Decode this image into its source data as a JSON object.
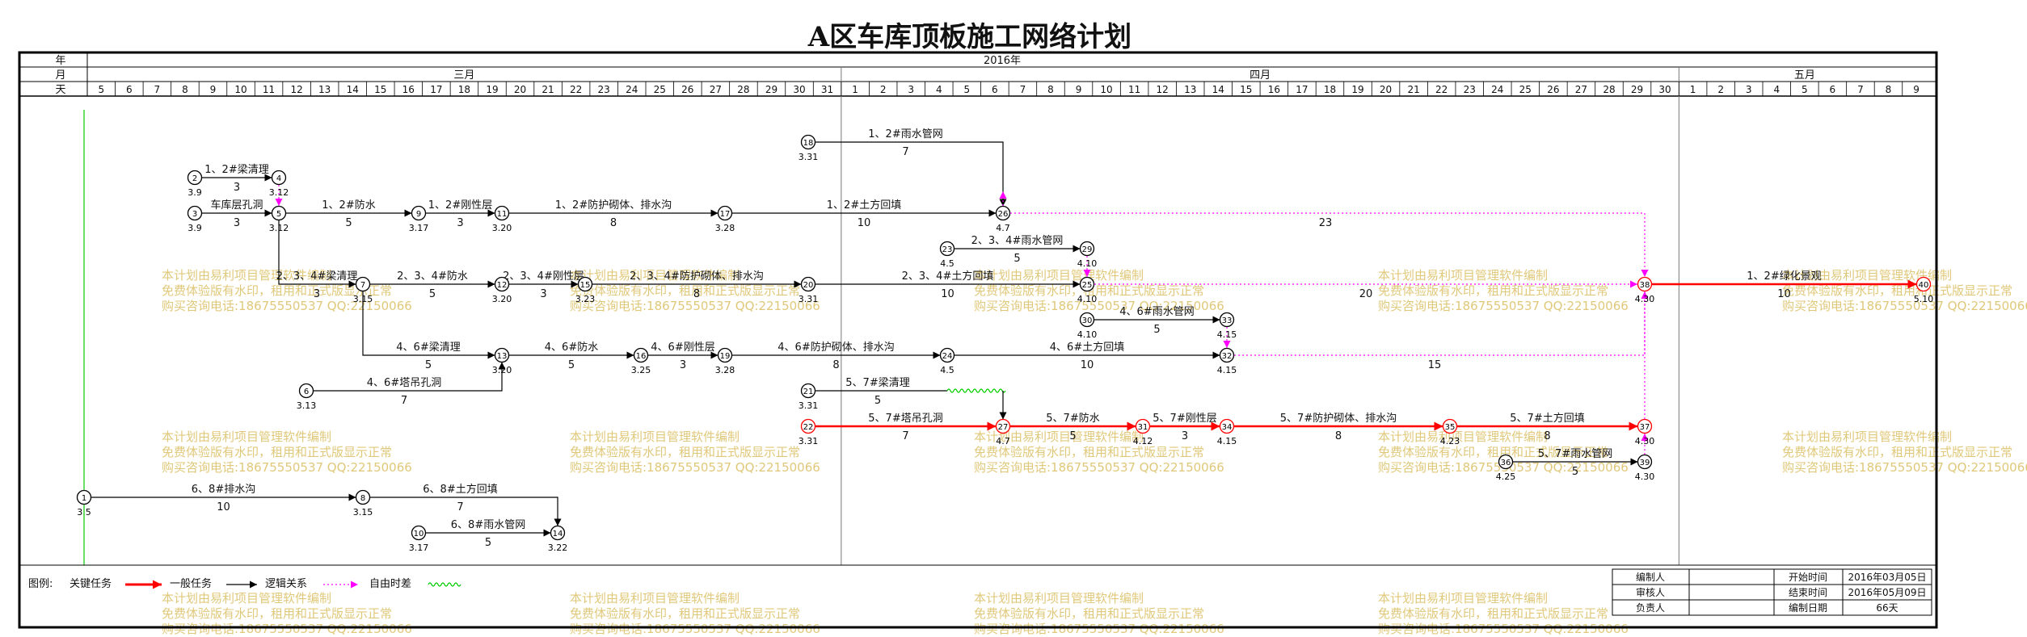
{
  "title": "A区车库顶板施工网络计划",
  "header": {
    "row_labels": [
      "年",
      "月",
      "天"
    ],
    "year": "2016年",
    "months": [
      {
        "label": "三月",
        "days": [
          "5",
          "6",
          "7",
          "8",
          "9",
          "10",
          "11",
          "12",
          "13",
          "14",
          "15",
          "16",
          "17",
          "18",
          "19",
          "20",
          "21",
          "22",
          "23",
          "24",
          "25",
          "26",
          "27",
          "28",
          "29",
          "30",
          "31"
        ]
      },
      {
        "label": "四月",
        "days": [
          "1",
          "2",
          "3",
          "4",
          "5",
          "6",
          "7",
          "8",
          "9",
          "10",
          "11",
          "12",
          "13",
          "14",
          "15",
          "16",
          "17",
          "18",
          "19",
          "20",
          "21",
          "22",
          "23",
          "24",
          "25",
          "26",
          "27",
          "28",
          "29",
          "30"
        ]
      },
      {
        "label": "五月",
        "days": [
          "1",
          "2",
          "3",
          "4",
          "5",
          "6",
          "7",
          "8",
          "9"
        ]
      }
    ]
  },
  "nodes": [
    {
      "id": "1",
      "date": "3.5"
    },
    {
      "id": "2",
      "date": "3.9"
    },
    {
      "id": "3",
      "date": "3.9"
    },
    {
      "id": "4",
      "date": "3.12"
    },
    {
      "id": "5",
      "date": "3.12"
    },
    {
      "id": "6",
      "date": "3.13"
    },
    {
      "id": "7",
      "date": "3.15"
    },
    {
      "id": "8",
      "date": "3.15"
    },
    {
      "id": "9",
      "date": "3.17"
    },
    {
      "id": "10",
      "date": "3.17"
    },
    {
      "id": "11",
      "date": "3.20"
    },
    {
      "id": "12",
      "date": "3.20"
    },
    {
      "id": "13",
      "date": "3.20"
    },
    {
      "id": "14",
      "date": "3.22"
    },
    {
      "id": "15",
      "date": "3.23"
    },
    {
      "id": "16",
      "date": "3.25"
    },
    {
      "id": "17",
      "date": "3.28"
    },
    {
      "id": "19",
      "date": "3.28"
    },
    {
      "id": "18",
      "date": "3.31"
    },
    {
      "id": "20",
      "date": "3.31"
    },
    {
      "id": "21",
      "date": "3.31"
    },
    {
      "id": "22",
      "date": "3.31"
    },
    {
      "id": "23",
      "date": "4.5"
    },
    {
      "id": "24",
      "date": "4.5"
    },
    {
      "id": "25",
      "date": "4.10"
    },
    {
      "id": "26",
      "date": "4.7"
    },
    {
      "id": "27",
      "date": "4.7"
    },
    {
      "id": "29",
      "date": "4.10"
    },
    {
      "id": "30",
      "date": "4.10"
    },
    {
      "id": "31",
      "date": "4.12"
    },
    {
      "id": "32",
      "date": "4.15"
    },
    {
      "id": "33",
      "date": "4.15"
    },
    {
      "id": "34",
      "date": "4.15"
    },
    {
      "id": "35",
      "date": "4.23"
    },
    {
      "id": "36",
      "date": "4.25"
    },
    {
      "id": "37",
      "date": "4.30"
    },
    {
      "id": "38",
      "date": "4.30"
    },
    {
      "id": "39",
      "date": "4.30"
    },
    {
      "id": "40",
      "date": "5.10"
    }
  ],
  "tasks": [
    {
      "name": "1、2#梁清理",
      "duration": "3"
    },
    {
      "name": "车库层孔洞",
      "duration": "3"
    },
    {
      "name": "1、2#防水",
      "duration": "5"
    },
    {
      "name": "1、2#刚性层",
      "duration": "3"
    },
    {
      "name": "1、2#防护砌体、排水沟",
      "duration": "8"
    },
    {
      "name": "1、2#土方回填",
      "duration": "10"
    },
    {
      "name": "1、2#雨水管网",
      "duration": "7"
    },
    {
      "name": "2、3、4#梁清理",
      "duration": "3"
    },
    {
      "name": "2、3、4#防水",
      "duration": "5"
    },
    {
      "name": "2、3、4#刚性层",
      "duration": "3"
    },
    {
      "name": "2、3、4#防护砌体、排水沟",
      "duration": "8"
    },
    {
      "name": "2、3、4#土方回填",
      "duration": "10"
    },
    {
      "name": "2、3、4#雨水管网",
      "duration": "5"
    },
    {
      "name": "4、6#梁清理",
      "duration": "5"
    },
    {
      "name": "4、6#防水",
      "duration": "5"
    },
    {
      "name": "4、6#刚性层",
      "duration": "3"
    },
    {
      "name": "4、6#防护砌体、排水沟",
      "duration": "8"
    },
    {
      "name": "4、6#土方回填",
      "duration": "10"
    },
    {
      "name": "4、6#雨水管网",
      "duration": "5"
    },
    {
      "name": "4、6#塔吊孔洞",
      "duration": "7"
    },
    {
      "name": "5、7#梁清理",
      "duration": "5"
    },
    {
      "name": "5、7#塔吊孔洞",
      "duration": "7"
    },
    {
      "name": "5、7#防水",
      "duration": "5"
    },
    {
      "name": "5、7#刚性层",
      "duration": "3"
    },
    {
      "name": "5、7#防护砌体、排水沟",
      "duration": "8"
    },
    {
      "name": "5、7#土方回填",
      "duration": "8"
    },
    {
      "name": "5、7#雨水管网",
      "duration": "5"
    },
    {
      "name": "6、8#排水沟",
      "duration": "10"
    },
    {
      "name": "6、8#土方回填",
      "duration": "7"
    },
    {
      "name": "6、8#雨水管网",
      "duration": "5"
    },
    {
      "name": "1、2#绿化景观",
      "duration": "10"
    },
    {
      "name": "",
      "duration": "23"
    },
    {
      "name": "",
      "duration": "20"
    },
    {
      "name": "",
      "duration": "15"
    }
  ],
  "legend": {
    "label": "图例:",
    "critical": "关键任务",
    "general": "一般任务",
    "logic": "逻辑关系",
    "float": "自由时差",
    "colors": {
      "critical": "#ff0000",
      "general": "#000000",
      "logic": "#ff00ff",
      "float": "#00cc00"
    }
  },
  "info_table": {
    "rows": [
      {
        "label": "编制人",
        "value": "",
        "label2": "开始时间",
        "value2": "2016年03月05日"
      },
      {
        "label": "审核人",
        "value": "",
        "label2": "结束时间",
        "value2": "2016年05月09日"
      },
      {
        "label": "负责人",
        "value": "",
        "label2": "编制日期",
        "value2": "66天"
      }
    ]
  },
  "watermark": {
    "lines": [
      "本计划由易利项目管理软件编制",
      "免费体验版有水印，租用和正式版显示正常",
      "购买咨询电话:18675550537 QQ:22150066"
    ]
  }
}
